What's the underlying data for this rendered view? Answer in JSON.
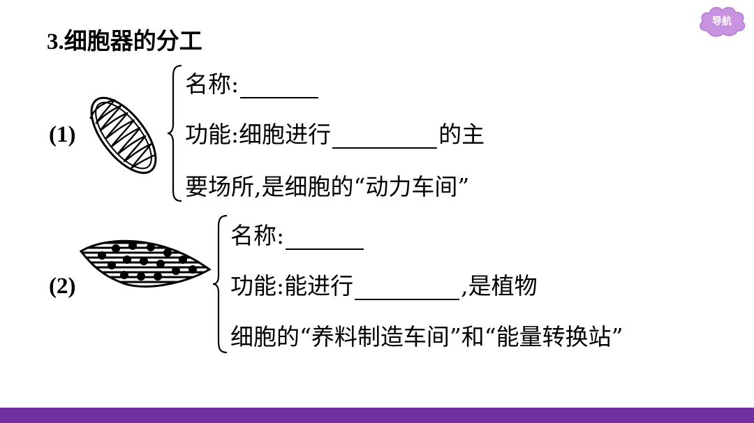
{
  "nav": {
    "label": "导航",
    "color": "#c893e0",
    "icon": "cloud-shape-button"
  },
  "section_title": "3.细胞器的分工",
  "items": [
    {
      "number": "(1)",
      "illustration": "mitochondrion-icon",
      "name_label": "名称:",
      "func_line1_before": "功能:细胞进行",
      "func_line1_after": "的主",
      "func_line2": "要场所,是细胞的“动力车间”"
    },
    {
      "number": "(2)",
      "illustration": "chloroplast-icon",
      "name_label": "名称:",
      "func_line1_before": "功能:能进行",
      "func_line1_after": ",是植物",
      "func_line2": "细胞的“养料制造车间”和“能量转换站”"
    }
  ],
  "colors": {
    "bottom_bar": "#7030a0"
  }
}
